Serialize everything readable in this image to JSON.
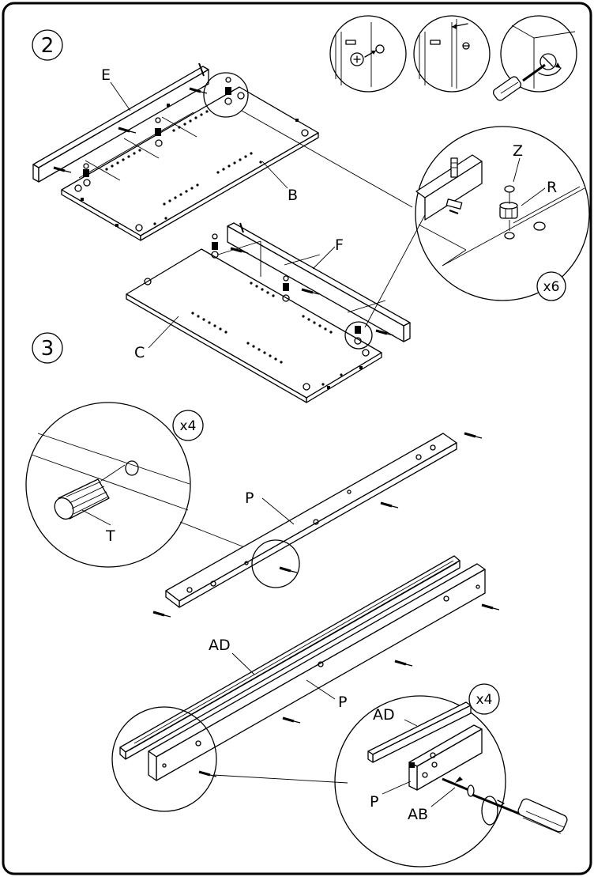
{
  "steps": [
    {
      "number": "2"
    },
    {
      "number": "3"
    }
  ],
  "part_labels": {
    "E": "E",
    "B": "B",
    "F": "F",
    "C": "C",
    "Z": "Z",
    "R": "R",
    "T": "T",
    "P_upper": "P",
    "P_lower": "P",
    "AD": "AD",
    "AD_detail": "AD",
    "P_detail": "P",
    "AB": "AB"
  },
  "quantities": {
    "cam_lock_detail": "x6",
    "dowel_detail": "x4",
    "slide_detail": "x4"
  }
}
